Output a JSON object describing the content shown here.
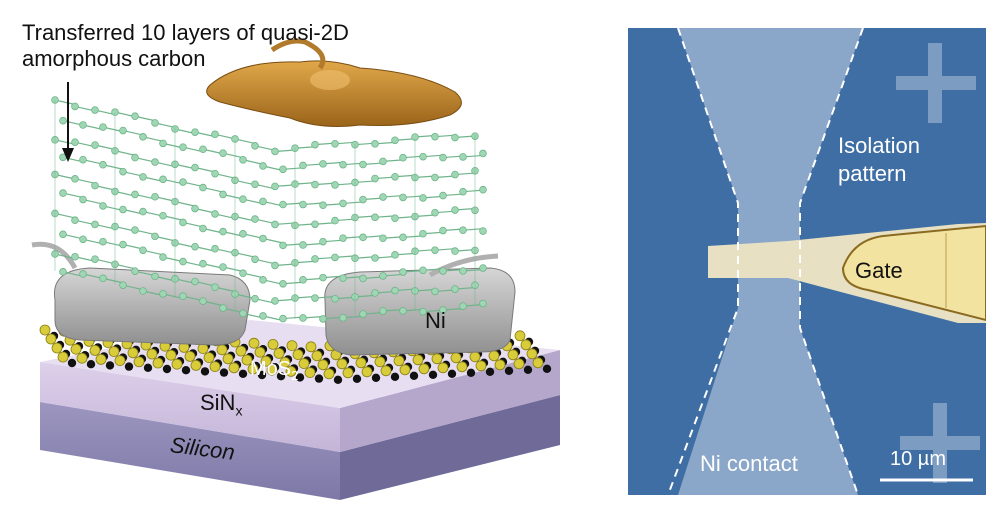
{
  "left_panel": {
    "title_line1": "Transferred 10 layers of quasi-2D",
    "title_line2": "amorphous carbon",
    "ni_label": "Ni",
    "mos2_label": "MoS",
    "mos2_sub": "2",
    "sinx_label": "SiN",
    "sinx_sub": "x",
    "silicon_label": "Silicon"
  },
  "right_panel": {
    "isolation_line1": "Isolation",
    "isolation_line2": "pattern",
    "gate_label": "Gate",
    "ni_contact_label": "Ni contact",
    "scale_bar_label": "10 µm"
  },
  "colors": {
    "graphene": "#9fd7b4",
    "graphene_bond": "#6fb48a",
    "gold_blob": "#c8882a",
    "nickel": "#b9b9b9",
    "sulfur": "#d8cc3a",
    "molybdenum": "#111111",
    "sinx": "#cdbfdc",
    "silicon": "#8d87b3",
    "micro_bg": "#3f6ea4",
    "micro_isolation": "#8aa6c9",
    "gate_pad": "#f2e3a0"
  }
}
